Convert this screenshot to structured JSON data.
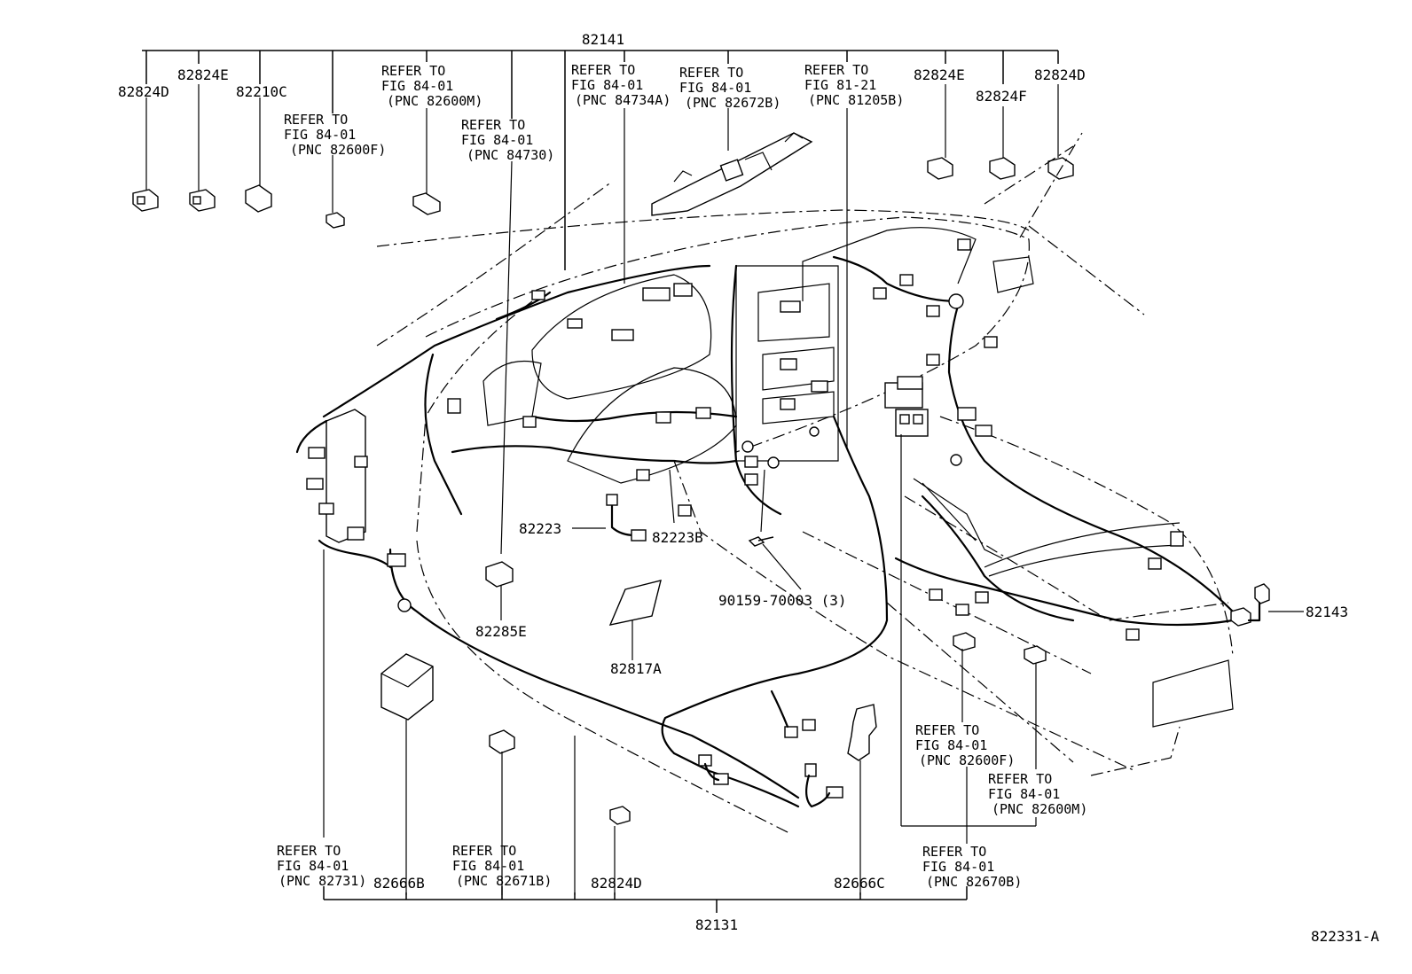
{
  "main_harness": "82141",
  "bottom_harness": "82131",
  "right_harness": "82143",
  "figure_code": "822331-A",
  "top_labels": {
    "p82824D_left": "82824D",
    "p82824E_left": "82824E",
    "p82210C": "82210C",
    "p82824E_right": "82824E",
    "p82824F": "82824F",
    "p82824D_right": "82824D"
  },
  "refer_notes": {
    "r82600F_top": [
      "REFER TO",
      "FIG 84-01",
      "(PNC 82600F)"
    ],
    "r82600M_top": [
      "REFER TO",
      "FIG 84-01",
      "(PNC 82600M)"
    ],
    "r84730": [
      "REFER TO",
      "FIG 84-01",
      "(PNC 84730)"
    ],
    "r84734A": [
      "REFER TO",
      "FIG 84-01",
      "(PNC 84734A)"
    ],
    "r82672B": [
      "REFER TO",
      "FIG 84-01",
      "(PNC 82672B)"
    ],
    "r81205B": [
      "REFER TO",
      "FIG 81-21",
      "(PNC 81205B)"
    ],
    "r82600F_right": [
      "REFER TO",
      "FIG 84-01",
      "(PNC 82600F)"
    ],
    "r82600M_right": [
      "REFER TO",
      "FIG 84-01",
      "(PNC 82600M)"
    ],
    "r82731": [
      "REFER TO",
      "FIG 84-01",
      "(PNC 82731)"
    ],
    "r82671B": [
      "REFER TO",
      "FIG 84-01",
      "(PNC 82671B)"
    ],
    "r82670B": [
      "REFER TO",
      "FIG 84-01",
      "(PNC 82670B)"
    ]
  },
  "mid_labels": {
    "p82223": "82223",
    "p82223B": "82223B",
    "p90159": "90159-70003 (3)",
    "p82285E": "82285E",
    "p82817A": "82817A"
  },
  "bottom_labels": {
    "p82666B": "82666B",
    "p82824D_bottom": "82824D",
    "p82666C": "82666C"
  }
}
